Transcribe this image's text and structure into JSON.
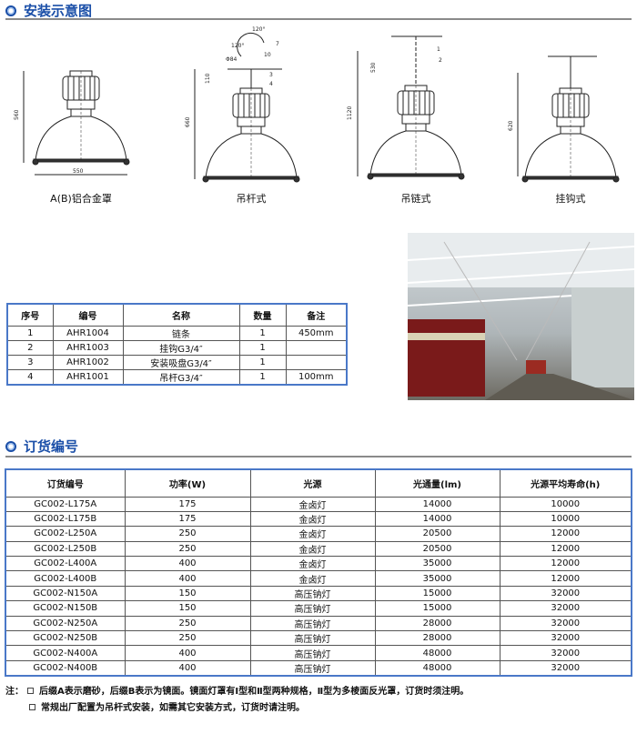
{
  "section1": {
    "title": "安装示意图"
  },
  "diagrams": [
    {
      "caption": "A(B)铝合金罩",
      "dims": [
        "560",
        "550"
      ]
    },
    {
      "caption": "吊杆式",
      "dims": [
        "660",
        "110",
        "120°",
        "120°",
        "Φ84",
        "7",
        "10",
        "3",
        "4"
      ]
    },
    {
      "caption": "吊链式",
      "dims": [
        "1120",
        "530",
        "1",
        "2"
      ]
    },
    {
      "caption": "挂钩式",
      "dims": [
        "620"
      ]
    }
  ],
  "parts_table": {
    "headers": [
      "序号",
      "编号",
      "名称",
      "数量",
      "备注"
    ],
    "rows": [
      [
        "1",
        "AHR1004",
        "链条",
        "1",
        "450mm"
      ],
      [
        "2",
        "AHR1003",
        "挂钩G3/4″",
        "1",
        ""
      ],
      [
        "3",
        "AHR1002",
        "安装吸盘G3/4″",
        "1",
        ""
      ],
      [
        "4",
        "AHR1001",
        "吊杆G3/4″",
        "1",
        "100mm"
      ]
    ]
  },
  "section2": {
    "title": "订货编号"
  },
  "order_table": {
    "headers": [
      "订货编号",
      "功率(W)",
      "光源",
      "光通量(lm)",
      "光源平均寿命(h)"
    ],
    "rows": [
      [
        "GC002-L175A",
        "175",
        "金卤灯",
        "14000",
        "10000"
      ],
      [
        "GC002-L175B",
        "175",
        "金卤灯",
        "14000",
        "10000"
      ],
      [
        "GC002-L250A",
        "250",
        "金卤灯",
        "20500",
        "12000"
      ],
      [
        "GC002-L250B",
        "250",
        "金卤灯",
        "20500",
        "12000"
      ],
      [
        "GC002-L400A",
        "400",
        "金卤灯",
        "35000",
        "12000"
      ],
      [
        "GC002-L400B",
        "400",
        "金卤灯",
        "35000",
        "12000"
      ],
      [
        "GC002-N150A",
        "150",
        "高压钠灯",
        "15000",
        "32000"
      ],
      [
        "GC002-N150B",
        "150",
        "高压钠灯",
        "15000",
        "32000"
      ],
      [
        "GC002-N250A",
        "250",
        "高压钠灯",
        "28000",
        "32000"
      ],
      [
        "GC002-N250B",
        "250",
        "高压钠灯",
        "28000",
        "32000"
      ],
      [
        "GC002-N400A",
        "400",
        "高压钠灯",
        "48000",
        "32000"
      ],
      [
        "GC002-N400B",
        "400",
        "高压钠灯",
        "48000",
        "32000"
      ]
    ]
  },
  "notes": {
    "label": "注：",
    "items": [
      "后缀A表示磨砂，后缀B表示为镜面。镜面灯罩有Ⅰ型和Ⅱ型两种规格，Ⅱ型为多棱面反光罩，订货时须注明。",
      "常规出厂配置为吊杆式安装，如需其它安装方式，订货时请注明。"
    ]
  }
}
